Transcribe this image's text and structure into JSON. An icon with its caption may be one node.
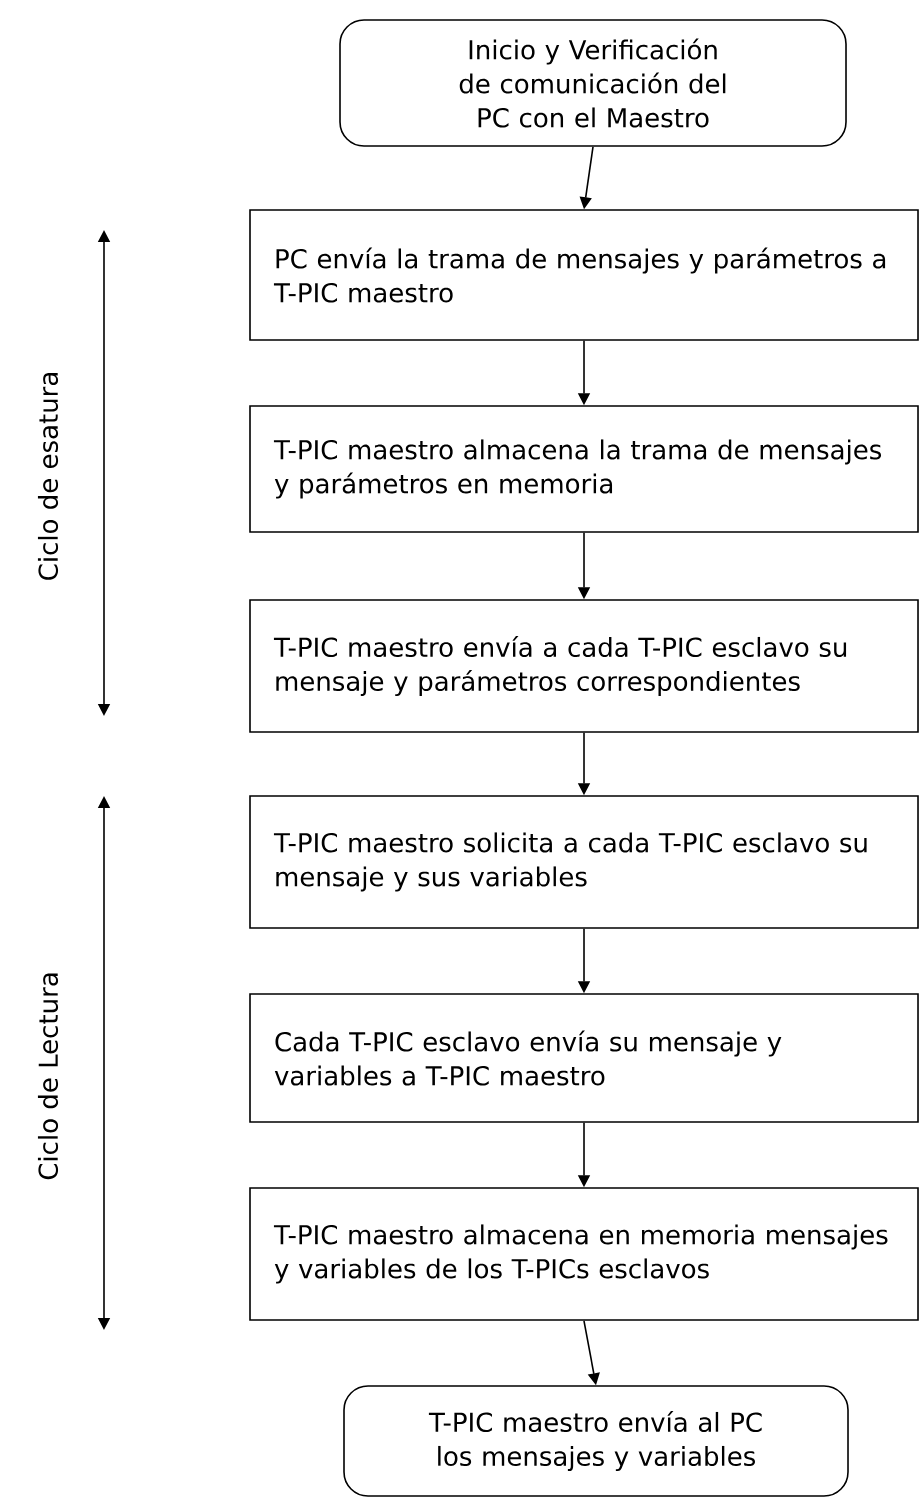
{
  "diagram": {
    "nodes": [
      {
        "text": [
          "Inicio y Verificación de comunicación del PC con el Maestro"
        ]
      },
      {
        "text": [
          "PC envía la trama de mensajes y parámetros a T-PIC maestro"
        ]
      },
      {
        "text": [
          "T-PIC maestro almacena la trama de mensajes y parámetros en memoria"
        ]
      },
      {
        "text": [
          "T-PIC maestro envía a cada T-PIC esclavo su mensaje y parámetros correspondientes"
        ]
      },
      {
        "text": [
          "T-PIC maestro solicita a cada T-PIC esclavo su mensaje y sus variables"
        ]
      },
      {
        "text": [
          "Cada T-PIC esclavo envía su mensaje y variables a T-PIC maestro"
        ]
      },
      {
        "text": [
          "T-PIC maestro almacena en memoria mensajes y variables de los T-PICs esclavos"
        ]
      },
      {
        "text": [
          "T-PIC maestro envía al PC los mensajes y variables"
        ]
      }
    ],
    "edges": [
      {
        "from": 0,
        "to": 1,
        "arrow": "to"
      },
      {
        "from": 1,
        "to": 2,
        "arrow": "to"
      },
      {
        "from": 2,
        "to": 3,
        "arrow": "to"
      },
      {
        "from": 3,
        "to": 4,
        "arrow": "to"
      },
      {
        "from": 4,
        "to": 5,
        "arrow": "to"
      },
      {
        "from": 5,
        "to": 6,
        "arrow": "to"
      },
      {
        "from": 6,
        "to": 7,
        "arrow": "to"
      }
    ],
    "labels": [
      "Ciclo de esatura",
      "Ciclo de Lectura"
    ]
  }
}
